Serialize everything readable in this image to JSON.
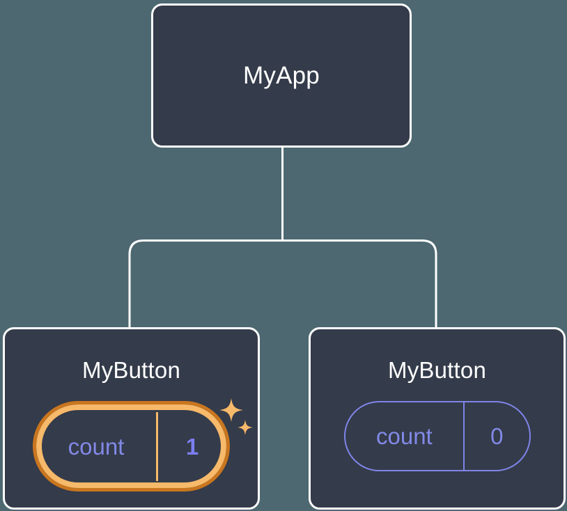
{
  "diagram": {
    "type": "component-tree",
    "background_color": "#4d6871",
    "node_fill_color": "#343b4a",
    "node_border_color": "#ffffff",
    "connector_color": "#ffffff",
    "state_label_color": "#8289e6",
    "highlight_outer_color": "#c9761f",
    "highlight_inner_color": "#f7b96a",
    "highlight_value_color": "#7b7ff0",
    "sparkle_color": "#f7b96a"
  },
  "root": {
    "title": "MyApp"
  },
  "children": [
    {
      "title": "MyButton",
      "state": {
        "key": "count",
        "value": "1"
      },
      "highlighted": true,
      "sparkles": [
        "sparkle-large",
        "sparkle-small"
      ]
    },
    {
      "title": "MyButton",
      "state": {
        "key": "count",
        "value": "0"
      },
      "highlighted": false
    }
  ]
}
